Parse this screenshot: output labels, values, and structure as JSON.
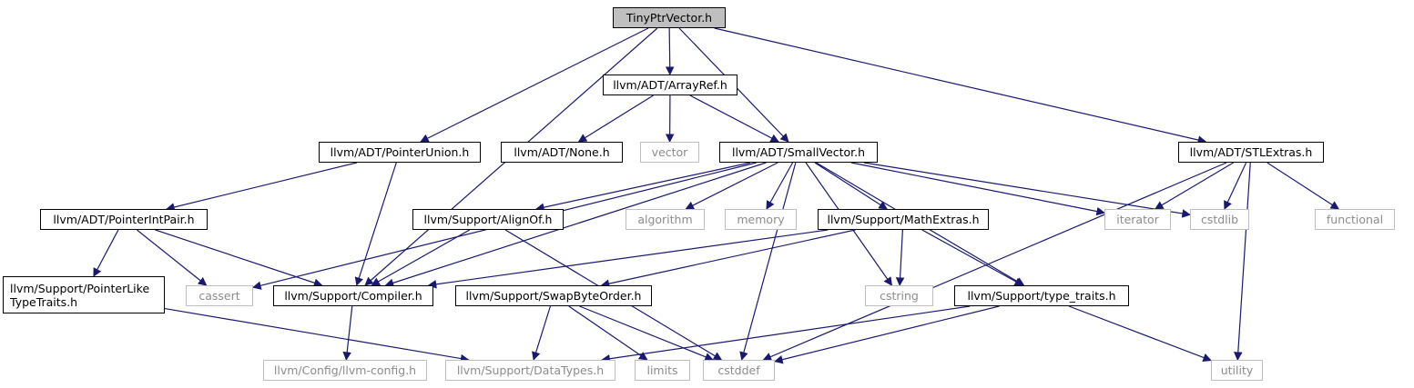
{
  "nodes": {
    "tinyptrvector": {
      "label": "TinyPtrVector.h",
      "kind": "root"
    },
    "arrayref": {
      "label": "llvm/ADT/ArrayRef.h",
      "kind": "header"
    },
    "pointerunion": {
      "label": "llvm/ADT/PointerUnion.h",
      "kind": "header"
    },
    "none": {
      "label": "llvm/ADT/None.h",
      "kind": "header"
    },
    "vector": {
      "label": "vector",
      "kind": "system"
    },
    "smallvector": {
      "label": "llvm/ADT/SmallVector.h",
      "kind": "header"
    },
    "stlextras": {
      "label": "llvm/ADT/STLExtras.h",
      "kind": "header"
    },
    "pointerintpair": {
      "label": "llvm/ADT/PointerIntPair.h",
      "kind": "header"
    },
    "alignof": {
      "label": "llvm/Support/AlignOf.h",
      "kind": "header"
    },
    "algorithm": {
      "label": "algorithm",
      "kind": "system"
    },
    "memory": {
      "label": "memory",
      "kind": "system"
    },
    "mathextras": {
      "label": "llvm/Support/MathExtras.h",
      "kind": "header"
    },
    "iterator": {
      "label": "iterator",
      "kind": "system"
    },
    "cstdlib": {
      "label": "cstdlib",
      "kind": "system"
    },
    "functional": {
      "label": "functional",
      "kind": "system"
    },
    "pointerliketypetraits": {
      "line1": "llvm/Support/PointerLike",
      "line2": "TypeTraits.h",
      "kind": "header"
    },
    "cassert": {
      "label": "cassert",
      "kind": "system"
    },
    "compiler": {
      "label": "llvm/Support/Compiler.h",
      "kind": "header"
    },
    "swapbyteorder": {
      "label": "llvm/Support/SwapByteOrder.h",
      "kind": "header"
    },
    "cstring": {
      "label": "cstring",
      "kind": "system"
    },
    "type_traits": {
      "label": "llvm/Support/type_traits.h",
      "kind": "header"
    },
    "llvmconfig": {
      "label": "llvm/Config/llvm-config.h",
      "kind": "system"
    },
    "datatypes": {
      "label": "llvm/Support/DataTypes.h",
      "kind": "system"
    },
    "limits": {
      "label": "limits",
      "kind": "system"
    },
    "cstddef": {
      "label": "cstddef",
      "kind": "system"
    },
    "utility": {
      "label": "utility",
      "kind": "system"
    }
  },
  "edges": [
    [
      "tinyptrvector",
      "arrayref"
    ],
    [
      "tinyptrvector",
      "pointerunion"
    ],
    [
      "tinyptrvector",
      "smallvector"
    ],
    [
      "tinyptrvector",
      "stlextras"
    ],
    [
      "tinyptrvector",
      "compiler"
    ],
    [
      "arrayref",
      "none"
    ],
    [
      "arrayref",
      "vector"
    ],
    [
      "arrayref",
      "smallvector"
    ],
    [
      "pointerunion",
      "pointerintpair"
    ],
    [
      "pointerunion",
      "compiler"
    ],
    [
      "smallvector",
      "alignof"
    ],
    [
      "smallvector",
      "algorithm"
    ],
    [
      "smallvector",
      "memory"
    ],
    [
      "smallvector",
      "mathextras"
    ],
    [
      "smallvector",
      "iterator"
    ],
    [
      "smallvector",
      "cstdlib"
    ],
    [
      "smallvector",
      "cassert"
    ],
    [
      "smallvector",
      "compiler"
    ],
    [
      "smallvector",
      "cstring"
    ],
    [
      "smallvector",
      "type_traits"
    ],
    [
      "smallvector",
      "cstddef"
    ],
    [
      "stlextras",
      "iterator"
    ],
    [
      "stlextras",
      "cstdlib"
    ],
    [
      "stlextras",
      "functional"
    ],
    [
      "stlextras",
      "utility"
    ],
    [
      "stlextras",
      "cstddef"
    ],
    [
      "pointerintpair",
      "pointerliketypetraits"
    ],
    [
      "pointerintpair",
      "cassert"
    ],
    [
      "pointerintpair",
      "compiler"
    ],
    [
      "alignof",
      "compiler"
    ],
    [
      "alignof",
      "cstddef"
    ],
    [
      "mathextras",
      "compiler"
    ],
    [
      "mathextras",
      "swapbyteorder"
    ],
    [
      "mathextras",
      "cstring"
    ],
    [
      "mathextras",
      "type_traits"
    ],
    [
      "pointerliketypetraits",
      "datatypes"
    ],
    [
      "compiler",
      "llvmconfig"
    ],
    [
      "swapbyteorder",
      "datatypes"
    ],
    [
      "swapbyteorder",
      "limits"
    ],
    [
      "swapbyteorder",
      "cstddef"
    ],
    [
      "type_traits",
      "datatypes"
    ],
    [
      "type_traits",
      "cstddef"
    ],
    [
      "type_traits",
      "utility"
    ]
  ],
  "colors": {
    "edge": "#191970",
    "root_fill": "#bfbfbf",
    "node_border": "#000000",
    "system_border": "#bfbfbf",
    "system_text": "#8c8c8c"
  }
}
